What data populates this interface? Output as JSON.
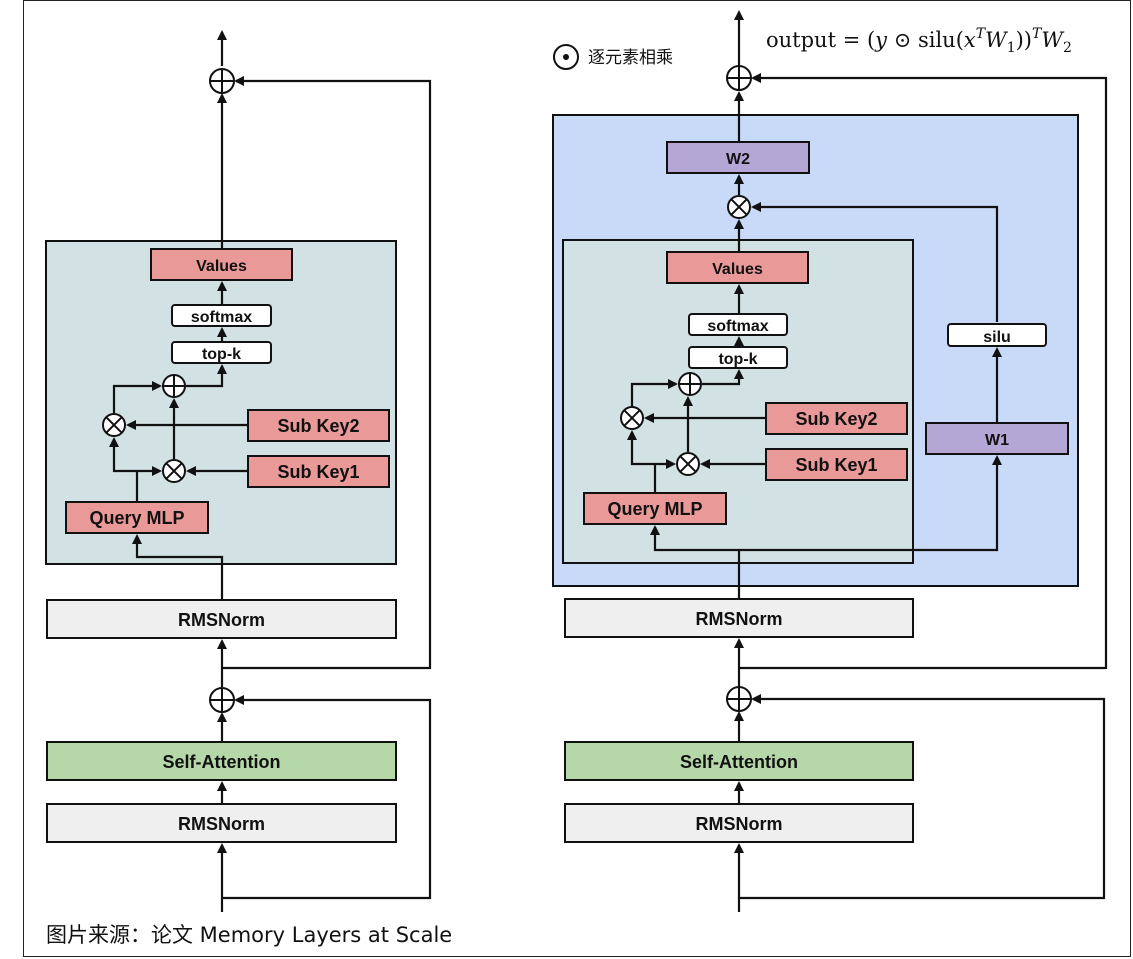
{
  "left": {
    "values": "Values",
    "softmax": "softmax",
    "topk": "top-k",
    "subkey2": "Sub Key2",
    "subkey1": "Sub Key1",
    "query_mlp": "Query MLP",
    "rmsnorm_top": "RMSNorm",
    "self_attention": "Self-Attention",
    "rmsnorm_bottom": "RMSNorm"
  },
  "right": {
    "w2": "W2",
    "values": "Values",
    "softmax": "softmax",
    "topk": "top-k",
    "subkey2": "Sub Key2",
    "subkey1": "Sub Key1",
    "query_mlp": "Query MLP",
    "silu": "silu",
    "w1": "W1",
    "rmsnorm_top": "RMSNorm",
    "self_attention": "Self-Attention",
    "rmsnorm_bottom": "RMSNorm"
  },
  "formula": {
    "text": "output = (y ⊙ silu(x^T W_1))^T W_2"
  },
  "legend": {
    "symbol": "⊙",
    "text": "逐元素相乘"
  },
  "caption": "图片来源：论文 Memory Layers at Scale",
  "colors": {
    "memory_panel": "#d2e1e3",
    "gated_panel": "#c9daf8",
    "red_box": "#ea9999",
    "purple_box": "#b4a7d6",
    "green_box": "#b6d7a8",
    "norm_box": "#efefef"
  }
}
